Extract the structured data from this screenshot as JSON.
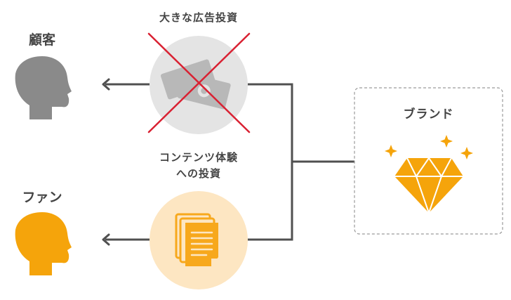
{
  "labels": {
    "customer": "顧客",
    "fan": "ファン",
    "ad_investment": "大きな広告投資",
    "content_investment_line1": "コンテンツ体験",
    "content_investment_line2": "への投資",
    "brand": "ブランド"
  },
  "colors": {
    "line": "#505050",
    "customer_head": "#8a8a8a",
    "fan_head": "#f5a40b",
    "ad_circle": "#e4e4e4",
    "content_circle": "#fde6c2",
    "cross": "#d92132",
    "money": "#b8b8b8",
    "document": "#f7a81c",
    "diamond": "#f5a40b",
    "brand_border": "#9a9a9a"
  },
  "icons": {
    "customer": "person-head-icon",
    "fan": "person-head-icon",
    "ad": "money-bills-icon",
    "content": "documents-icon",
    "brand": "diamond-icon",
    "cross": "cross-out-icon"
  }
}
